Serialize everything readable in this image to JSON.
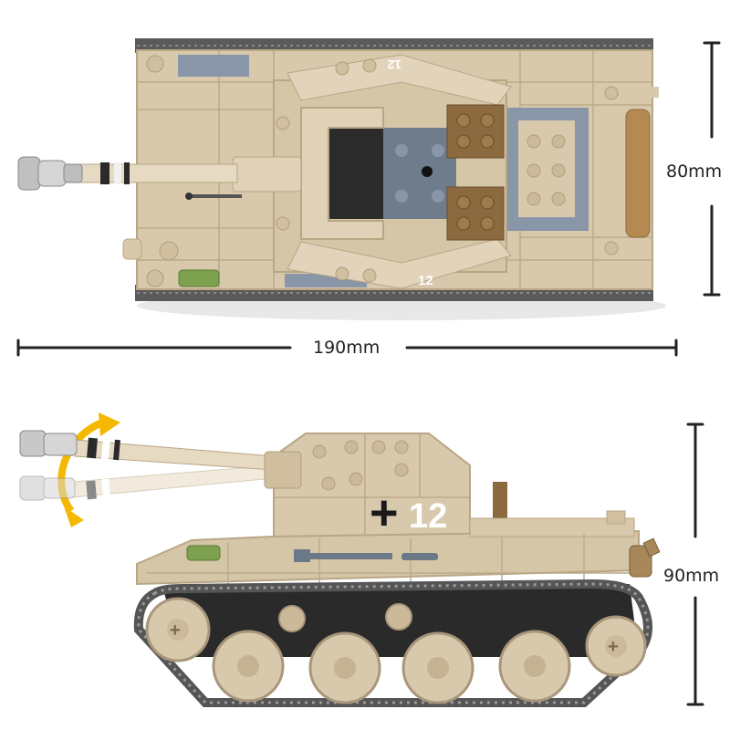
{
  "dimensions": {
    "length": "190mm",
    "width": "80mm",
    "height": "90mm"
  },
  "decals": {
    "top_number": "12",
    "top_number_rear": "12",
    "side_cross": "+",
    "side_number": "12"
  },
  "colors": {
    "tan": "#d8c8ab",
    "tan_dark": "#b8a685",
    "grey_blue": "#8896a8",
    "brown": "#8a6a3e",
    "black": "#2a2a2a",
    "track": "#555555",
    "arrow": "#f5b800",
    "silver": "#c8c8c8"
  }
}
